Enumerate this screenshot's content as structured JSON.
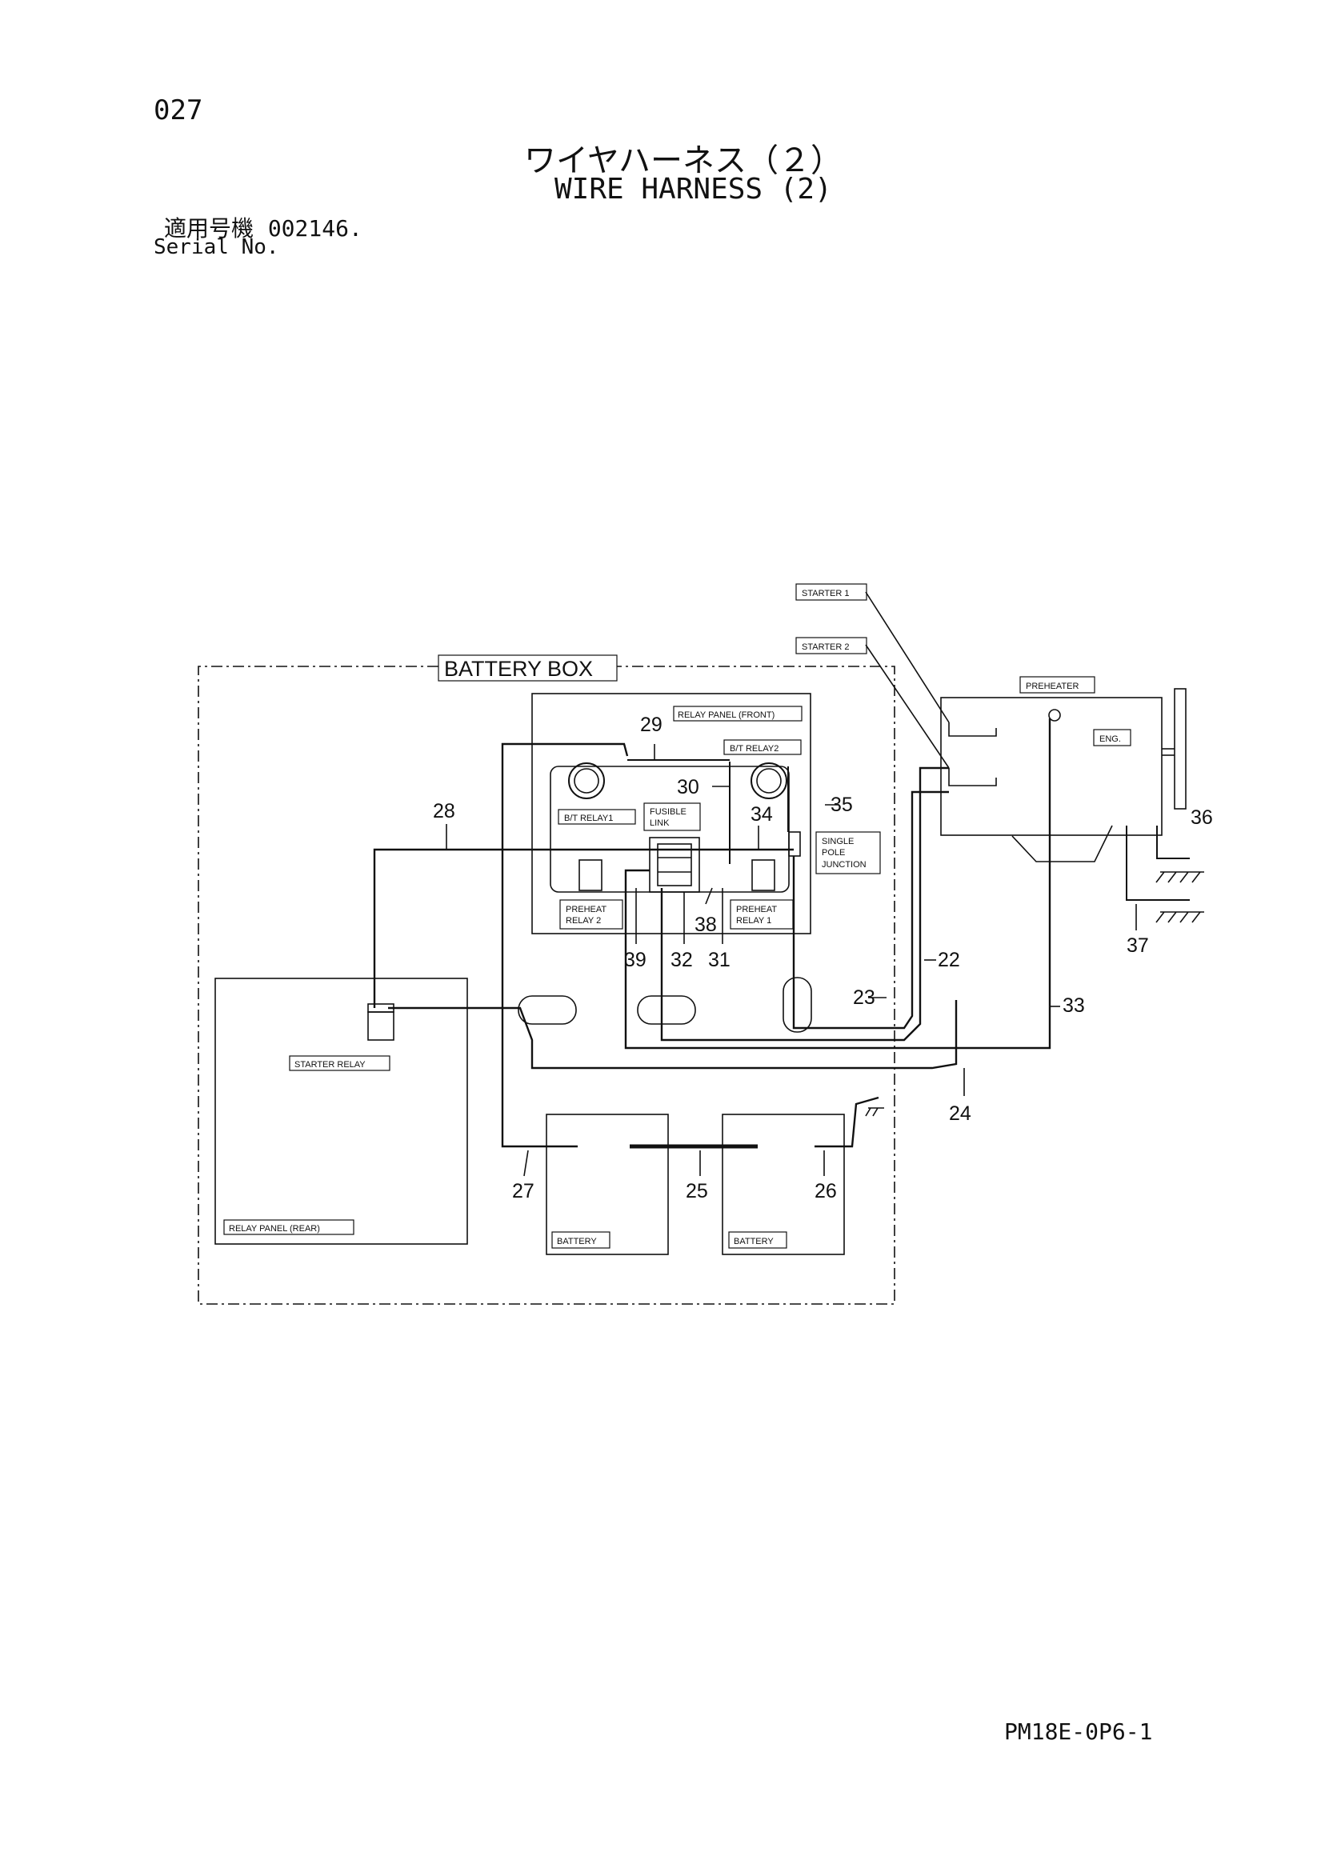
{
  "header": {
    "page_no": "027",
    "title_jp": "ワイヤハーネス（２）",
    "title_en": "WIRE HARNESS (2)",
    "serial_label_jp": "適用号機",
    "serial_value": "002146.",
    "serial_label_en": "Serial No."
  },
  "diagram": {
    "labels": {
      "battery_box": "BATTERY BOX",
      "relay_panel_front": "RELAY PANEL (FRONT)",
      "bt_relay2": "B/T RELAY2",
      "bt_relay1": "B/T RELAY1",
      "fusible_link_1": "FUSIBLE",
      "fusible_link_2": "LINK",
      "single_pole_1": "SINGLE",
      "single_pole_2": "POLE",
      "single_pole_3": "JUNCTION",
      "preheat_relay2_1": "PREHEAT",
      "preheat_relay2_2": "RELAY 2",
      "preheat_relay1_1": "PREHEAT",
      "preheat_relay1_2": "RELAY 1",
      "starter1": "STARTER 1",
      "starter2": "STARTER 2",
      "preheater": "PREHEATER",
      "eng": "ENG.",
      "starter_relay": "STARTER RELAY",
      "relay_panel_rear": "RELAY PANEL (REAR)",
      "battery_left": "BATTERY",
      "battery_right": "BATTERY"
    },
    "callouts": {
      "n22": "22",
      "n23": "23",
      "n24": "24",
      "n25": "25",
      "n26": "26",
      "n27": "27",
      "n28": "28",
      "n29": "29",
      "n30": "30",
      "n31": "31",
      "n32": "32",
      "n33": "33",
      "n34": "34",
      "n35": "35",
      "n36": "36",
      "n37": "37",
      "n38": "38",
      "n39": "39"
    }
  },
  "footer": {
    "doc_code": "PM18E-0P6-1"
  }
}
